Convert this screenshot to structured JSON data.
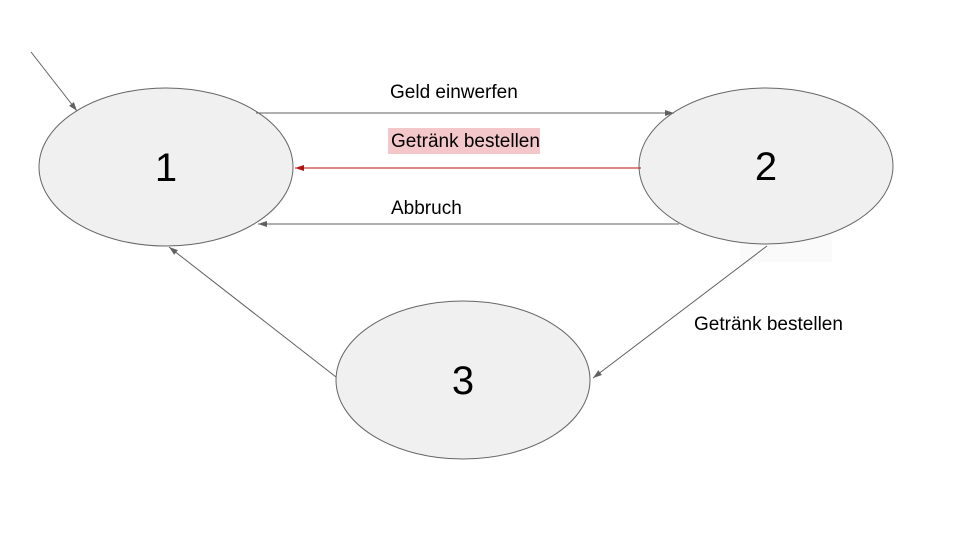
{
  "diagram": {
    "type": "state-diagram",
    "states": [
      {
        "id": "1",
        "label": "1"
      },
      {
        "id": "2",
        "label": "2"
      },
      {
        "id": "3",
        "label": "3"
      }
    ],
    "transitions": [
      {
        "from": "start",
        "to": "1",
        "label": "",
        "highlighted": false
      },
      {
        "from": "1",
        "to": "2",
        "label": "Geld einwerfen",
        "highlighted": false
      },
      {
        "from": "2",
        "to": "1",
        "label": "Getränk bestellen",
        "highlighted": true
      },
      {
        "from": "2",
        "to": "1",
        "label": "Abbruch",
        "highlighted": false
      },
      {
        "from": "2",
        "to": "3",
        "label": "Getränk bestellen",
        "highlighted": false
      },
      {
        "from": "3",
        "to": "1",
        "label": "",
        "highlighted": false
      }
    ],
    "colors": {
      "background": "#ffffff",
      "state_fill": "#f0f0f0",
      "state_stroke": "#666666",
      "edge": "#616161",
      "highlight_edge": "#b01212",
      "label_highlight_bg": "#f4c7cb",
      "text": "#000000",
      "artifact": "#fafafa"
    }
  }
}
